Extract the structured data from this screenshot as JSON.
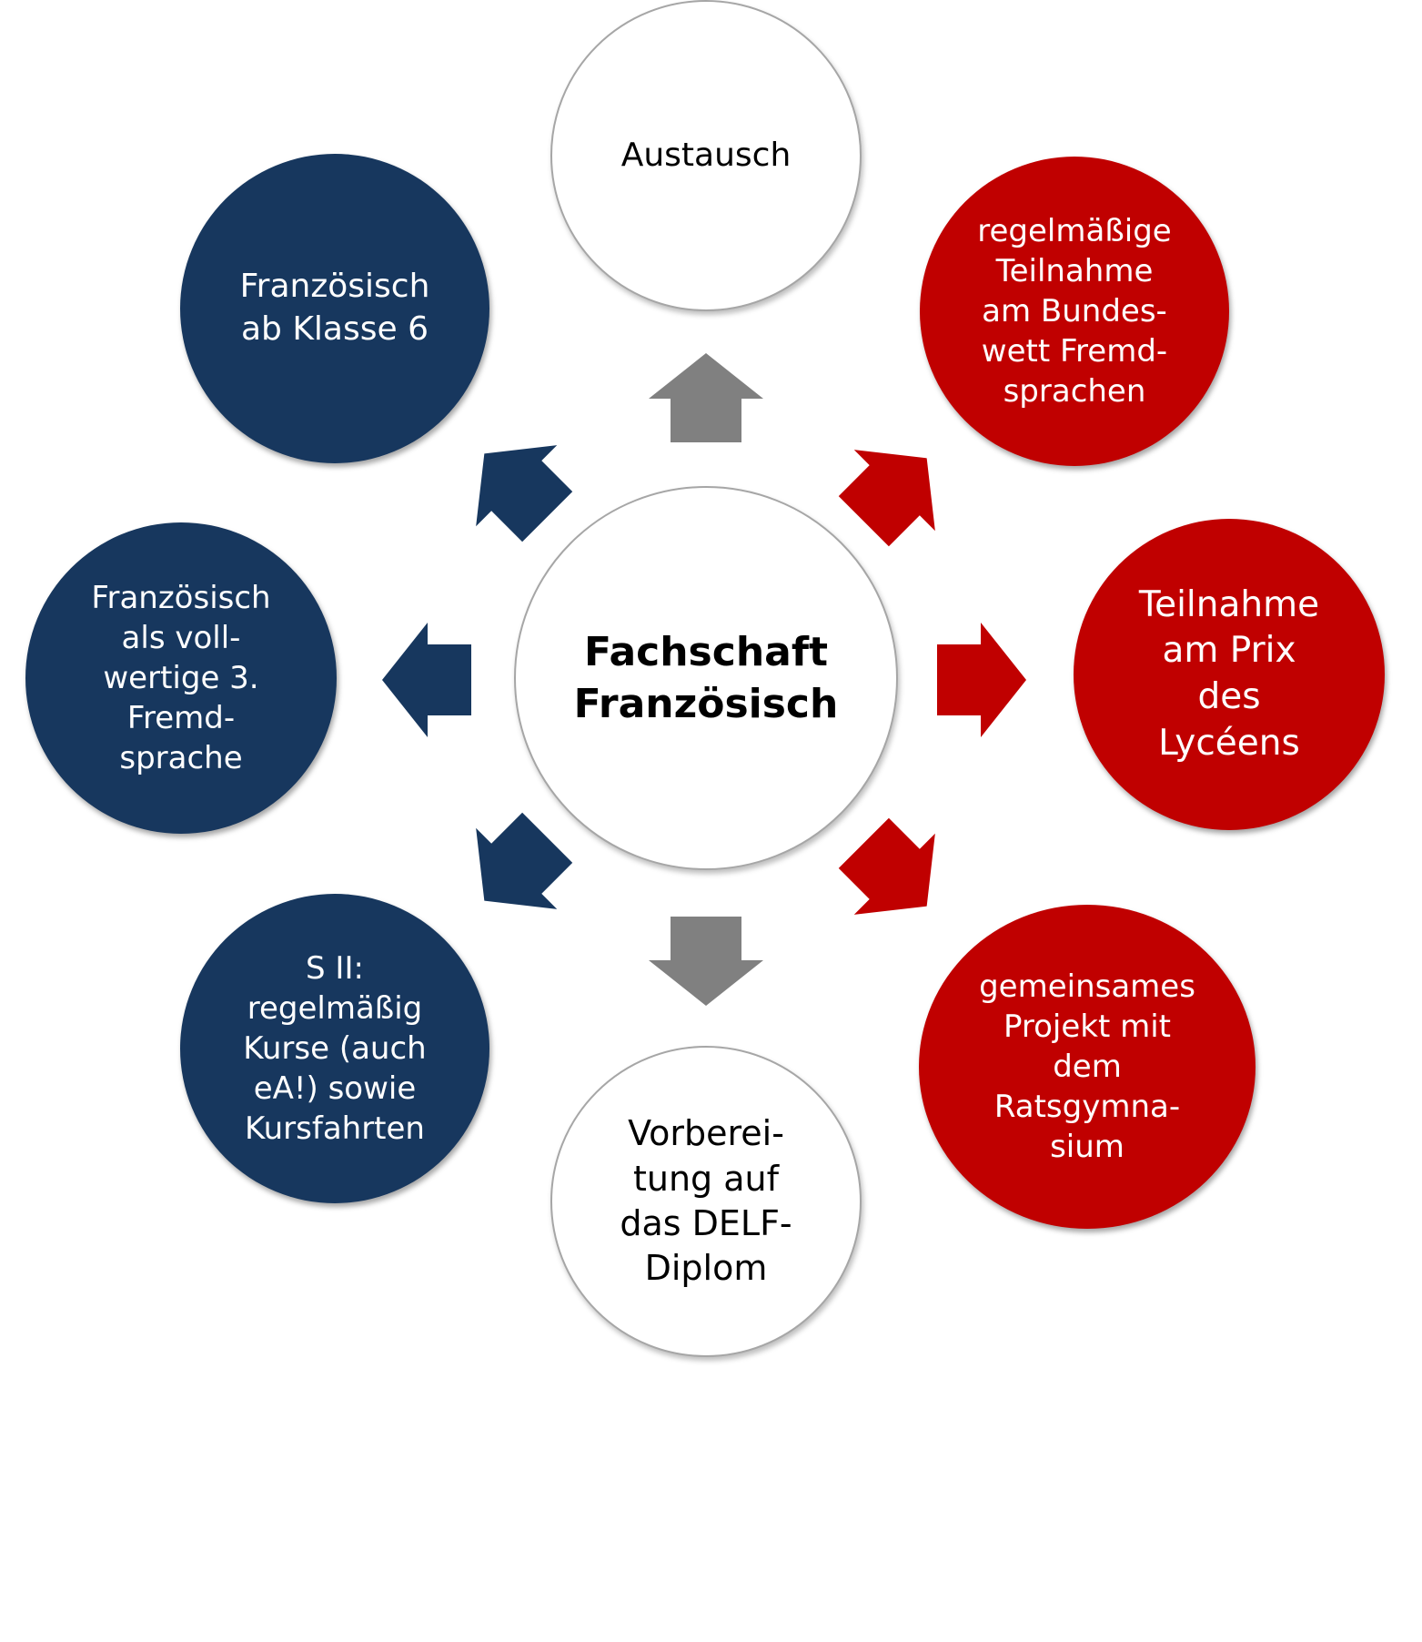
{
  "colors": {
    "navy": "#17375e",
    "red": "#c00000",
    "gray": "#808080"
  },
  "center": "Fachschaft\nFranzösisch",
  "nodes": {
    "top": "Austausch",
    "top_left": "Französisch\nab Klasse 6",
    "left": "Französisch\nals voll-\nwertige 3.\nFremd-\nsprache",
    "bottom_left": "S II:\nregelmäßig\nKurse (auch\neA!) sowie\nKursfahrten",
    "bottom": "Vorberei-\ntung auf\ndas DELF-\nDiplom",
    "top_right": "regelmäßige\nTeilnahme\nam Bundes-\nwett Fremd-\nsprachen",
    "right": "Teilnahme\nam Prix\ndes\nLycéens",
    "bottom_right": "gemeinsames\nProjekt mit\ndem\nRatsgymna-\nsium"
  }
}
